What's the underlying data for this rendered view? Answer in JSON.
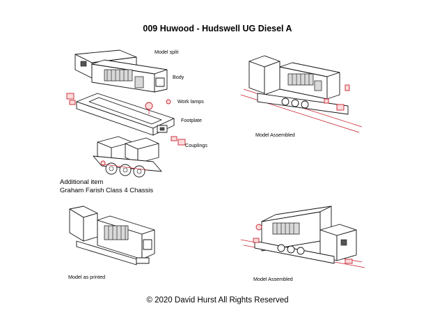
{
  "title": "009 Huwood - Hudswell UG Diesel A",
  "labels": {
    "model_split": "Model split",
    "body": "Body",
    "work_lamps": "Work lamps",
    "footplate": "Footplate",
    "couplings": "Couplings",
    "model_assembled_top": "Model Assembled",
    "additional_item": "Additional item",
    "chassis": "Graham Farish Class 4  Chassis",
    "model_as_printed": "Model as printed",
    "model_assembled_bottom": "Model Assembled"
  },
  "footer": "©  2020   David Hurst     All  Rights Reserved",
  "colors": {
    "line": "#111111",
    "accent": "#c8202e",
    "shade": "#d9d9d9"
  }
}
